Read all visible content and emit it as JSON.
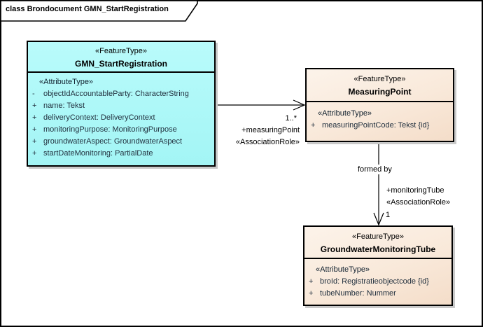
{
  "diagram": {
    "title": "class Brondocument GMN_StartRegistration"
  },
  "colors": {
    "class_cyan_fill": "#a9f7f7",
    "class_peach_fill": "#f8e6d4",
    "box_border": "#000000",
    "box_shadow": "#c9c9c9",
    "attribute_text": "#22313f"
  },
  "classes": [
    {
      "stereotype": "«FeatureType»",
      "name": "GMN_StartRegistration",
      "attr_stereotype": "«AttributeType»",
      "attributes": [
        {
          "vis": "-",
          "text": "objectIdAccountableParty: CharacterString"
        },
        {
          "vis": "+",
          "text": "name: Tekst"
        },
        {
          "vis": "+",
          "text": "deliveryContext: DeliveryContext"
        },
        {
          "vis": "+",
          "text": "monitoringPurpose: MonitoringPurpose"
        },
        {
          "vis": "+",
          "text": "groundwaterAspect: GroundwaterAspect"
        },
        {
          "vis": "+",
          "text": "startDateMonitoring: PartialDate"
        }
      ]
    },
    {
      "stereotype": "«FeatureType»",
      "name": "MeasuringPoint",
      "attr_stereotype": "«AttributeType»",
      "attributes": [
        {
          "vis": "+",
          "text": "measuringPointCode: Tekst {id}"
        }
      ]
    },
    {
      "stereotype": "«FeatureType»",
      "name": "GroundwaterMonitoringTube",
      "attr_stereotype": "«AttributeType»",
      "attributes": [
        {
          "vis": "+",
          "text": "broId: Registratieobjectcode {id}"
        },
        {
          "vis": "+",
          "text": "tubeNumber: Nummer"
        }
      ]
    }
  ],
  "associations": [
    {
      "multiplicity": "1..*",
      "role": "+measuringPoint",
      "stereotype": "«AssociationRole»"
    },
    {
      "name": "formed by",
      "role": "+monitoringTube",
      "stereotype": "«AssociationRole»",
      "multiplicity": "1"
    }
  ]
}
